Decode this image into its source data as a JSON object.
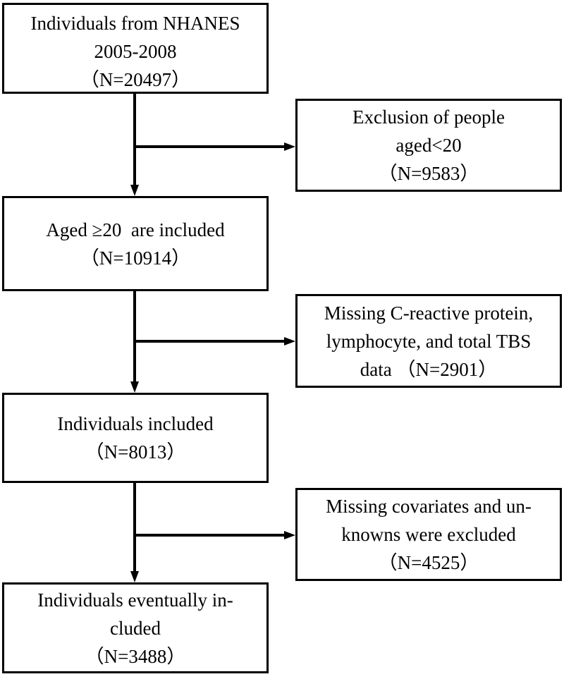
{
  "diagram": {
    "type": "flowchart",
    "title": "NHANES participant selection flow diagram",
    "orientation": "top-to-bottom with right-side exclusion branches",
    "colors": {
      "background": "#ffffff",
      "box_border": "#000000",
      "text": "#000000",
      "connector": "#000000"
    },
    "nodes": {
      "source": {
        "role": "inclusion",
        "line1": "Individuals from NHANES",
        "line2": "2005-2008",
        "line3": "（N=20497）",
        "count": 20497
      },
      "exclusion_age": {
        "role": "exclusion",
        "line1": "Exclusion of people",
        "line2": "aged<20",
        "line3": "（N=9583）",
        "count": 9583
      },
      "adults": {
        "role": "inclusion",
        "line1": "Aged ≥20  are included",
        "line2": "（N=10914）",
        "count": 10914
      },
      "exclusion_missing_lab": {
        "role": "exclusion",
        "line1": "Missing C-reactive protein,",
        "line2": "lymphocyte, and total TBS",
        "line3": "data （N=2901）",
        "count": 2901
      },
      "included": {
        "role": "inclusion",
        "line1": "Individuals included",
        "line2": "（N=8013）",
        "count": 8013
      },
      "exclusion_covariates": {
        "role": "exclusion",
        "line1": "Missing covariates and un-",
        "line2": "knowns were excluded",
        "line3": "（N=4525）",
        "count": 4525
      },
      "final": {
        "role": "inclusion",
        "line1": "Individuals eventually in-",
        "line2": "cluded",
        "line3": "（N=3488）",
        "count": 3488
      }
    },
    "edges": [
      {
        "from": "source",
        "to": "adults",
        "direction": "down"
      },
      {
        "from": "source",
        "to": "exclusion_age",
        "direction": "right"
      },
      {
        "from": "adults",
        "to": "included",
        "direction": "down"
      },
      {
        "from": "adults",
        "to": "exclusion_missing_lab",
        "direction": "right"
      },
      {
        "from": "included",
        "to": "final",
        "direction": "down"
      },
      {
        "from": "included",
        "to": "exclusion_covariates",
        "direction": "right"
      }
    ]
  }
}
